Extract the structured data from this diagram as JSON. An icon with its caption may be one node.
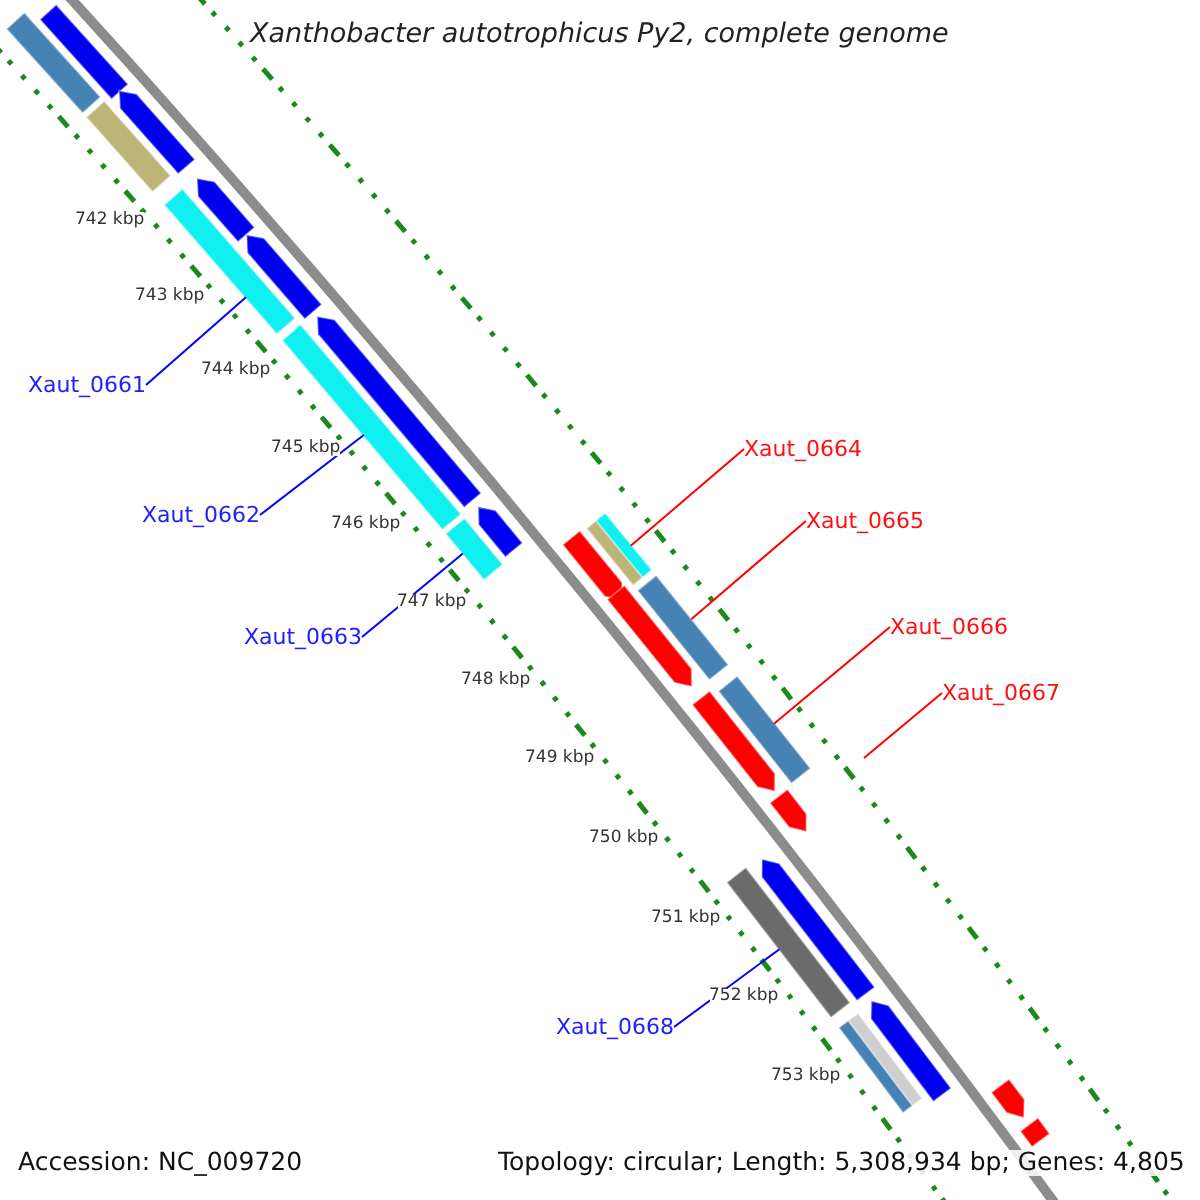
{
  "diagram": {
    "title": "Xanthobacter autotrophicus Py2, complete genome",
    "nodes": [
      {
        "text": [
          "Xaut_0661"
        ]
      },
      {
        "text": [
          "Xaut_0662"
        ]
      },
      {
        "text": [
          "Xaut_0663"
        ]
      },
      {
        "text": [
          "Xaut_0664"
        ]
      },
      {
        "text": [
          "Xaut_0665"
        ]
      },
      {
        "text": [
          "Xaut_0666"
        ]
      },
      {
        "text": [
          "Xaut_0667"
        ]
      },
      {
        "text": [
          "Xaut_0668"
        ]
      },
      {
        "text": [],
        "shape": "bar"
      },
      {
        "text": [],
        "shape": "bar"
      },
      {
        "text": [],
        "shape": "bar"
      },
      {
        "text": [],
        "shape": "bar"
      },
      {
        "text": [],
        "shape": "bar"
      },
      {
        "text": [],
        "shape": "bar"
      },
      {
        "text": [],
        "shape": "bar"
      },
      {
        "text": [],
        "shape": "bar"
      },
      {
        "text": [],
        "shape": "bar"
      },
      {
        "text": [],
        "shape": "bar"
      },
      {
        "text": [],
        "shape": "bar"
      },
      {
        "text": [],
        "shape": "bar"
      },
      {
        "text": [],
        "shape": "bar"
      },
      {
        "text": [],
        "shape": "bar"
      },
      {
        "text": [],
        "shape": "bar"
      },
      {
        "text": [],
        "shape": "bar"
      },
      {
        "text": [],
        "shape": "bar"
      },
      {
        "text": [],
        "shape": "bar"
      },
      {
        "text": [],
        "shape": "bar"
      },
      {
        "text": [],
        "shape": "bar"
      },
      {
        "text": [],
        "shape": "bar"
      },
      {
        "text": [],
        "shape": "bar"
      },
      {
        "text": [],
        "shape": "bar"
      },
      {
        "text": [],
        "shape": "bar"
      },
      {
        "text": [],
        "shape": "bar"
      },
      {
        "text": [],
        "shape": "bar"
      }
    ],
    "edges": [
      {
        "from": 0,
        "to": 13,
        "arrow": "none",
        "color": "#0000ff"
      },
      {
        "from": 1,
        "to": 16,
        "arrow": "none",
        "color": "#0000ff"
      },
      {
        "from": 2,
        "to": 20,
        "arrow": "none",
        "color": "#0000ff"
      },
      {
        "from": 3,
        "to": 18,
        "arrow": "none",
        "color": "#ff0000"
      },
      {
        "from": 4,
        "to": 22,
        "arrow": "none",
        "color": "#ff0000"
      },
      {
        "from": 5,
        "to": 24,
        "arrow": "none",
        "color": "#ff0000"
      },
      {
        "from": 6,
        "to": null,
        "arrow": "none",
        "color": "#ff0000"
      },
      {
        "from": 7,
        "to": 28,
        "arrow": "none",
        "color": "#0000ff"
      }
    ],
    "labels": [
      "742 kbp",
      "743 kbp",
      "744 kbp",
      "745 kbp",
      "746 kbp",
      "747 kbp",
      "748 kbp",
      "749 kbp",
      "750 kbp",
      "751 kbp",
      "752 kbp",
      "753 kbp",
      "Accession: NC_009720",
      "Topology: circular; Length: 5,308,934 bp; Genes: 4,805"
    ]
  }
}
